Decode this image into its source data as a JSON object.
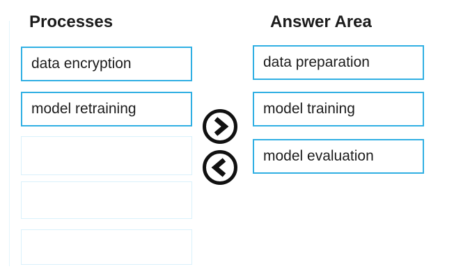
{
  "left_column": {
    "title": "Processes",
    "items": [
      {
        "label": "data encryption",
        "filled": true
      },
      {
        "label": "model retraining",
        "filled": true
      },
      {
        "label": "",
        "filled": false
      },
      {
        "label": "",
        "filled": false
      },
      {
        "label": "",
        "filled": false
      }
    ]
  },
  "right_column": {
    "title": "Answer Area",
    "items": [
      {
        "label": "data preparation"
      },
      {
        "label": "model training"
      },
      {
        "label": "model evaluation"
      }
    ]
  },
  "controls": {
    "move_right_icon": "chevron-right",
    "move_left_icon": "chevron-left"
  },
  "colors": {
    "filled_box_border": "#2fafe3",
    "empty_box_border": "#d9f1fb",
    "text": "#1c1c1c",
    "arrow": "#111111"
  }
}
